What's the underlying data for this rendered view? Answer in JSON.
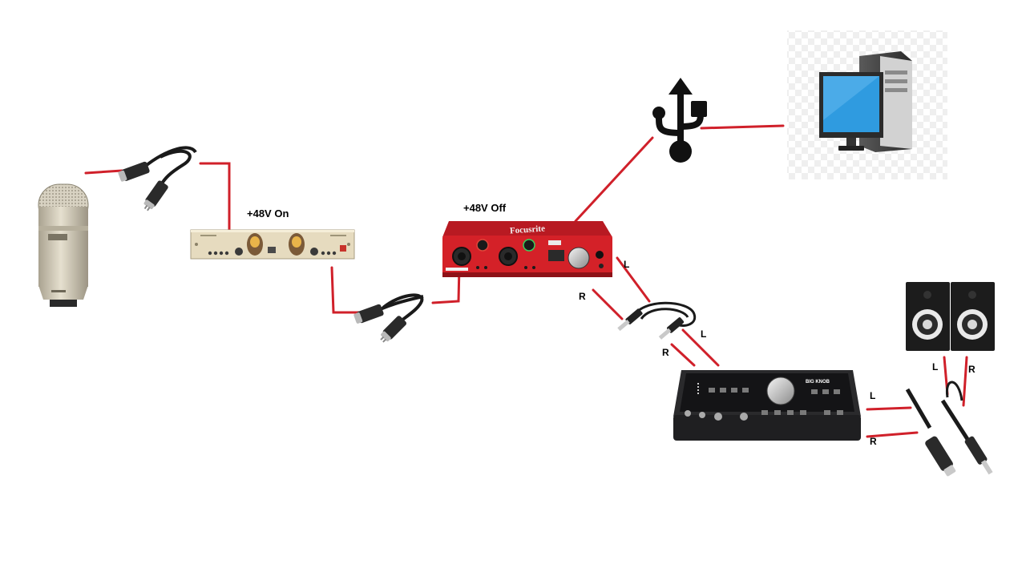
{
  "labels": {
    "preamp_phantom": "+48V On",
    "interface_phantom": "+48V Off",
    "interface_out_left": "L",
    "interface_out_right": "R",
    "trs_cable_left": "L",
    "trs_cable_right": "R",
    "controller_out_left": "L",
    "controller_out_right": "R",
    "speaker_in_left": "L",
    "speaker_in_right": "R"
  },
  "device_text": {
    "interface_brand": "Focusrite",
    "controller_brand": "BIG KNOB"
  },
  "colors": {
    "wire": "#d0202a",
    "interface_body": "#d42128",
    "controller_body": "#1f1f21",
    "preamp_body": "#e4d8bb",
    "mic_body": "#cfc7b2",
    "screen": "#2f9be0",
    "cable": "#1a1a1a"
  },
  "icons": [
    "microphone-icon",
    "xlr-cable-icon",
    "preamp-icon",
    "audio-interface-icon",
    "usb-icon",
    "computer-icon",
    "trs-cable-icon",
    "monitor-controller-icon",
    "studio-monitor-icon"
  ]
}
